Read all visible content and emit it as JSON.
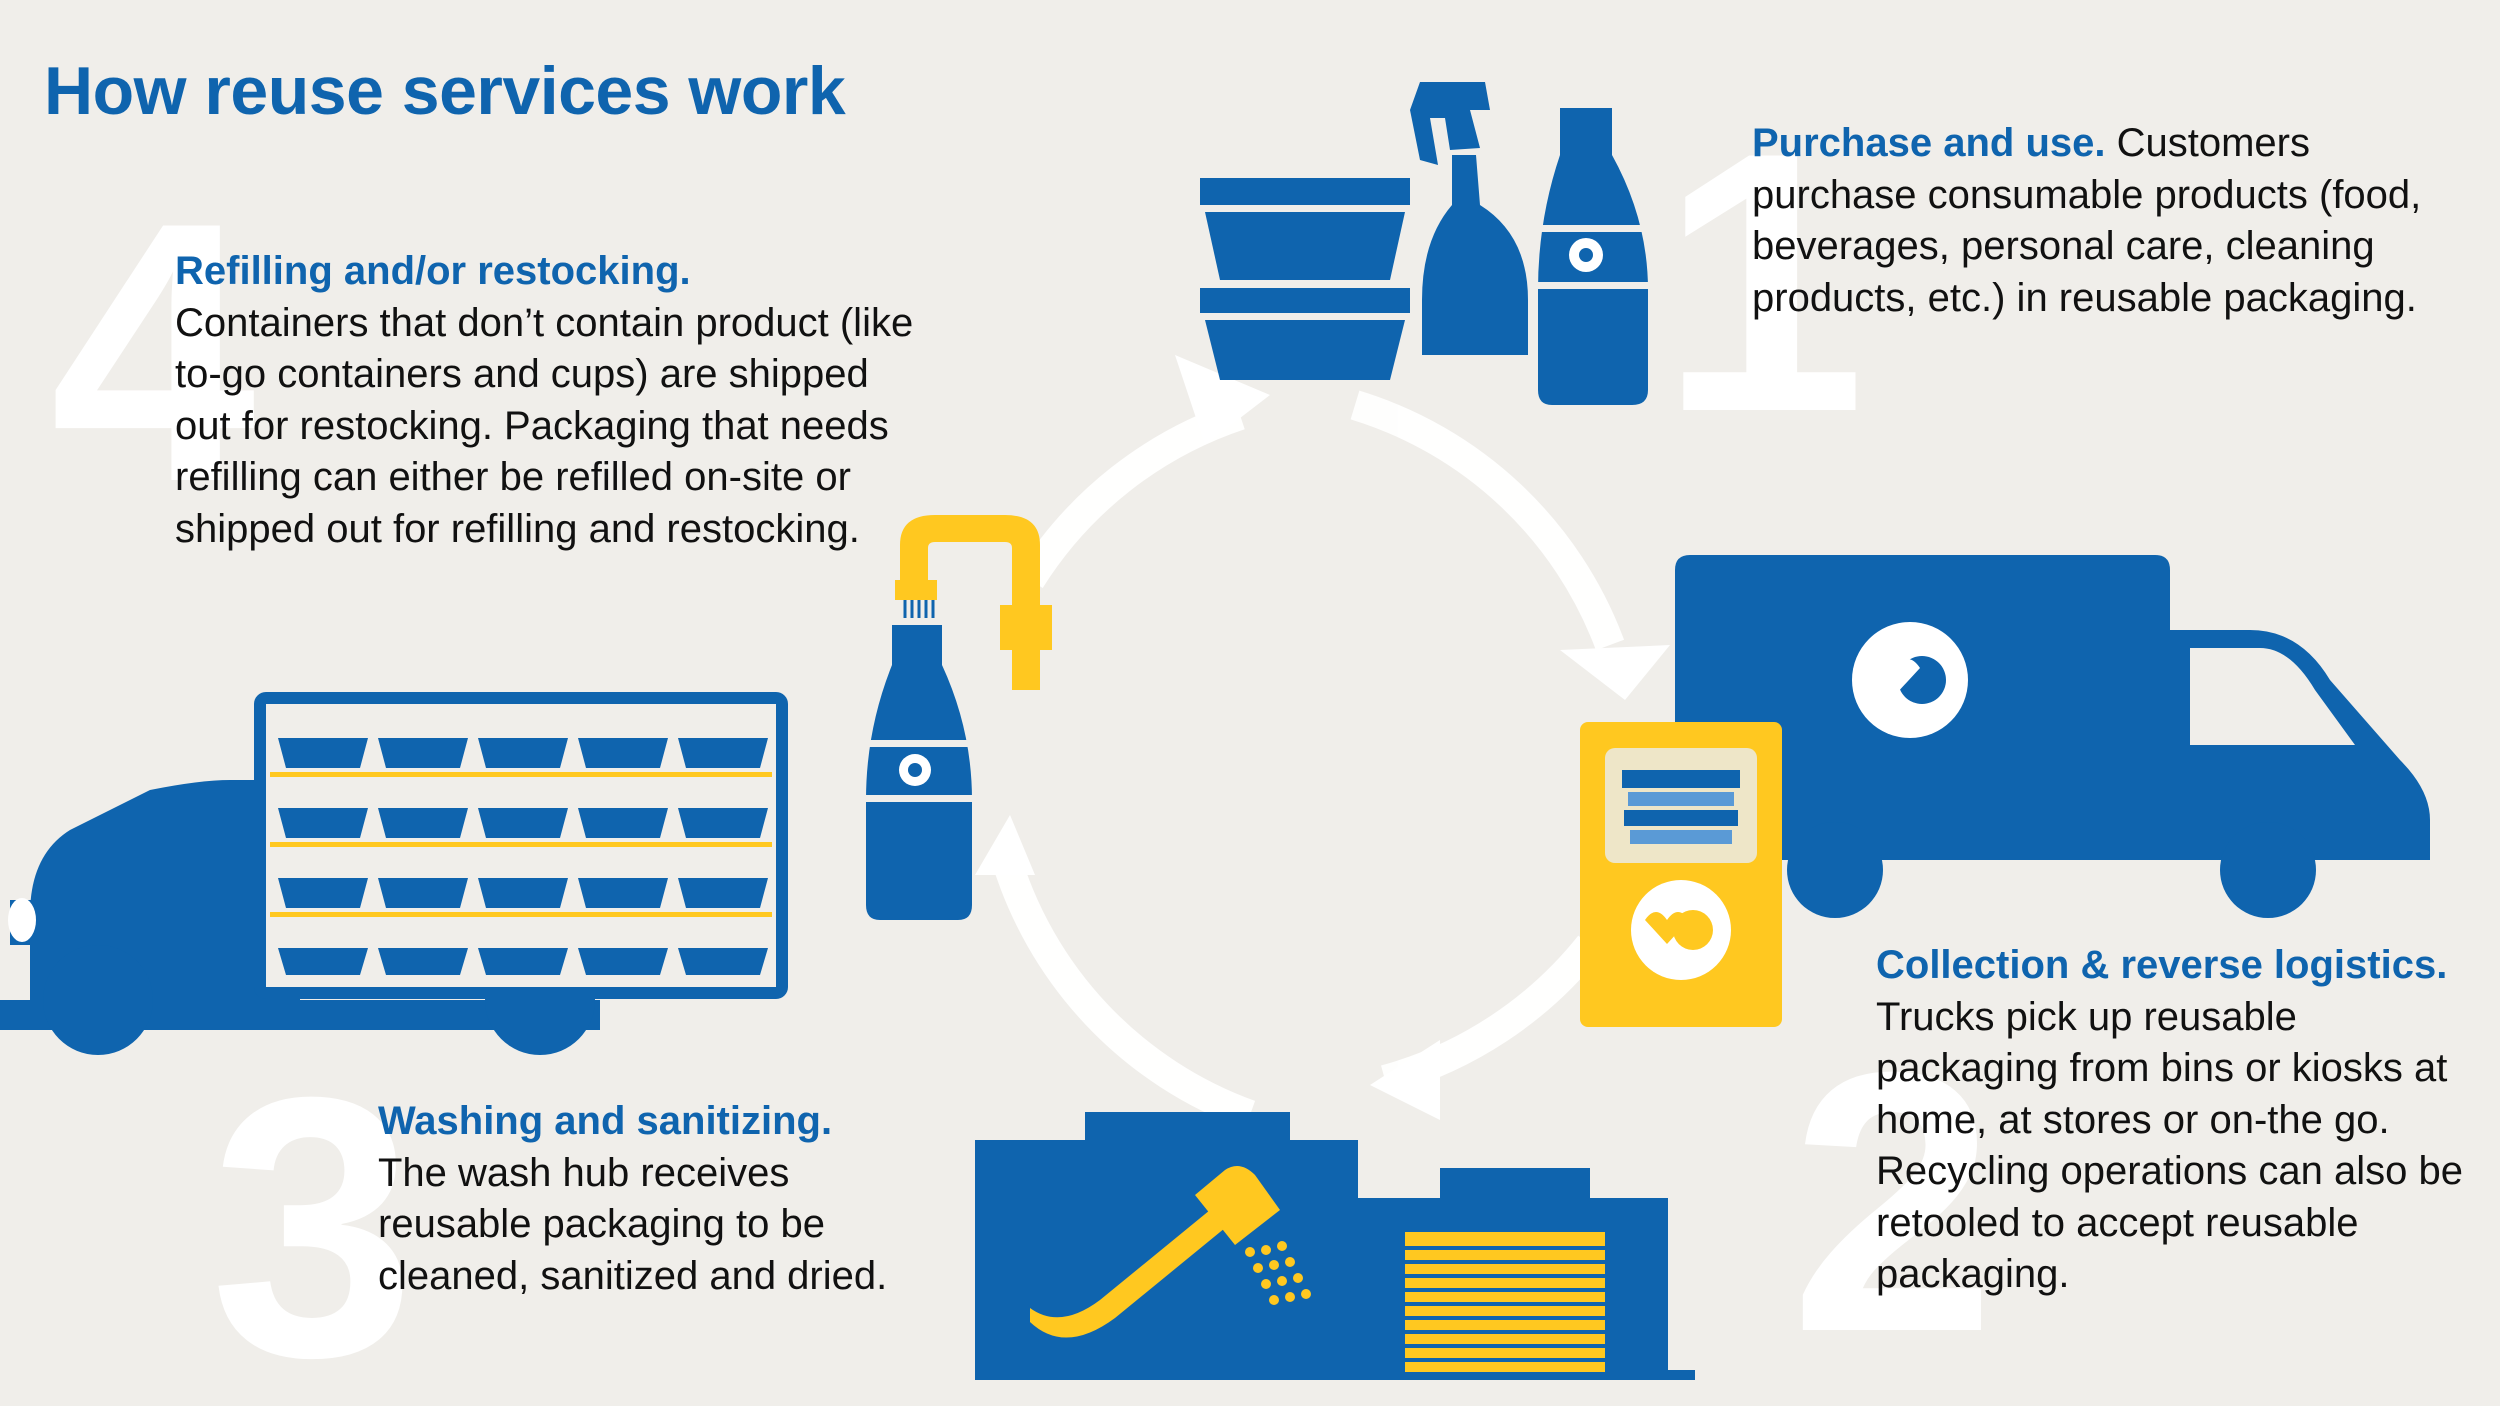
{
  "title": "How reuse services work",
  "steps": [
    {
      "number": "1",
      "lead": "Purchase and use.",
      "body": "Customers purchase consumable products (food, beverages, personal care, cleaning products, etc.) in reusable packaging."
    },
    {
      "number": "2",
      "lead": "Collection & reverse logistics.",
      "body": "Trucks pick up reusable packaging from bins or kiosks at home, at stores or on-the go. Recycling operations can also be retooled to accept reusable packaging."
    },
    {
      "number": "3",
      "lead": "Washing and sanitizing.",
      "body": "The wash hub receives reusable packaging to be cleaned, sanitized and dried."
    },
    {
      "number": "4",
      "lead": "Refilling and/or restocking.",
      "body": "Containers that don’t contain product (like to-go containers and cups) are shipped out for restocking. Packaging that needs refilling can either be refilled on-site or shipped out for refilling and restocking."
    }
  ],
  "icons": {
    "step1": [
      "food-container-icon",
      "spray-bottle-icon",
      "bottle-icon"
    ],
    "step2": [
      "delivery-truck-icon",
      "collection-kiosk-icon"
    ],
    "step3": [
      "wash-hub-building-icon",
      "spray-nozzle-icon"
    ],
    "step4": [
      "restock-truck-icon",
      "refill-nozzle-icon",
      "bottle-icon"
    ]
  },
  "colors": {
    "background": "#f0eeea",
    "brand_blue": "#0f64ae",
    "accent_yellow": "#ffc820",
    "cycle_arrows": "#ffffff",
    "body_text": "#111111"
  }
}
